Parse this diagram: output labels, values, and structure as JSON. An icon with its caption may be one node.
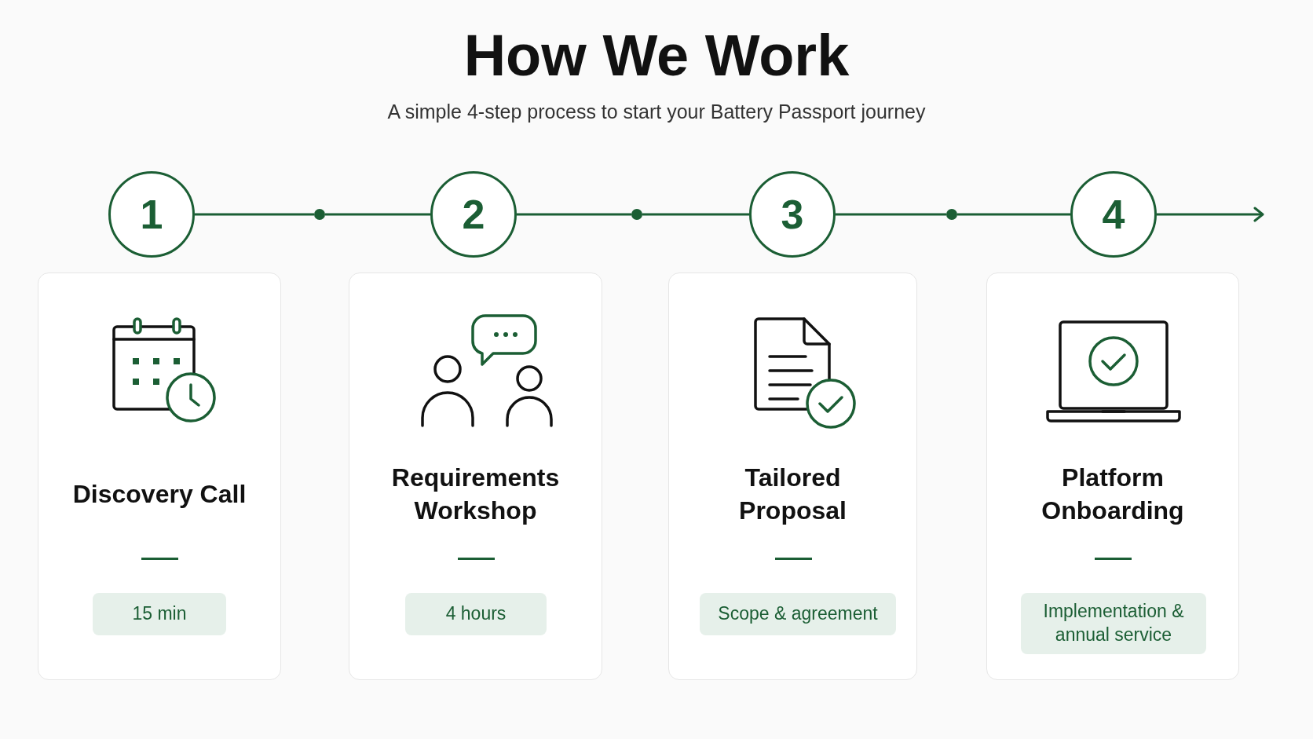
{
  "diagram": {
    "title": "How We Work",
    "nodes": [
      {
        "text": [
          "1"
        ]
      },
      {
        "text": [],
        "shape": "circle"
      },
      {
        "text": [
          "2"
        ]
      },
      {
        "text": [],
        "shape": "circle"
      },
      {
        "text": [
          "3"
        ]
      },
      {
        "text": [],
        "shape": "circle"
      },
      {
        "text": [
          "4"
        ]
      },
      {
        "text": [
          "Discovery Call"
        ]
      },
      {
        "text": [
          "15 min"
        ],
        "in": 7
      },
      {
        "text": [
          "Requirements Workshop"
        ]
      },
      {
        "text": [
          "4 hours"
        ],
        "in": 9
      },
      {
        "text": [
          "Tailored Proposal"
        ]
      },
      {
        "text": [
          "Scope & agreement"
        ],
        "in": 11
      },
      {
        "text": [
          "Platform Onboarding"
        ]
      },
      {
        "text": [
          "Implementation & annual service"
        ],
        "in": 13
      }
    ],
    "edges": [
      {
        "from": 0,
        "to": 1,
        "arrow": "none"
      },
      {
        "from": 1,
        "to": 2,
        "arrow": "none"
      },
      {
        "from": 2,
        "to": 3,
        "arrow": "none"
      },
      {
        "from": 3,
        "to": 4,
        "arrow": "none"
      },
      {
        "from": 4,
        "to": 5,
        "arrow": "none"
      },
      {
        "from": 5,
        "to": 6,
        "arrow": "none"
      },
      {
        "from": 6,
        "to": null,
        "arrow": "to"
      }
    ],
    "labels": [
      "A simple 4-step process to start your Battery Passport journey"
    ]
  }
}
